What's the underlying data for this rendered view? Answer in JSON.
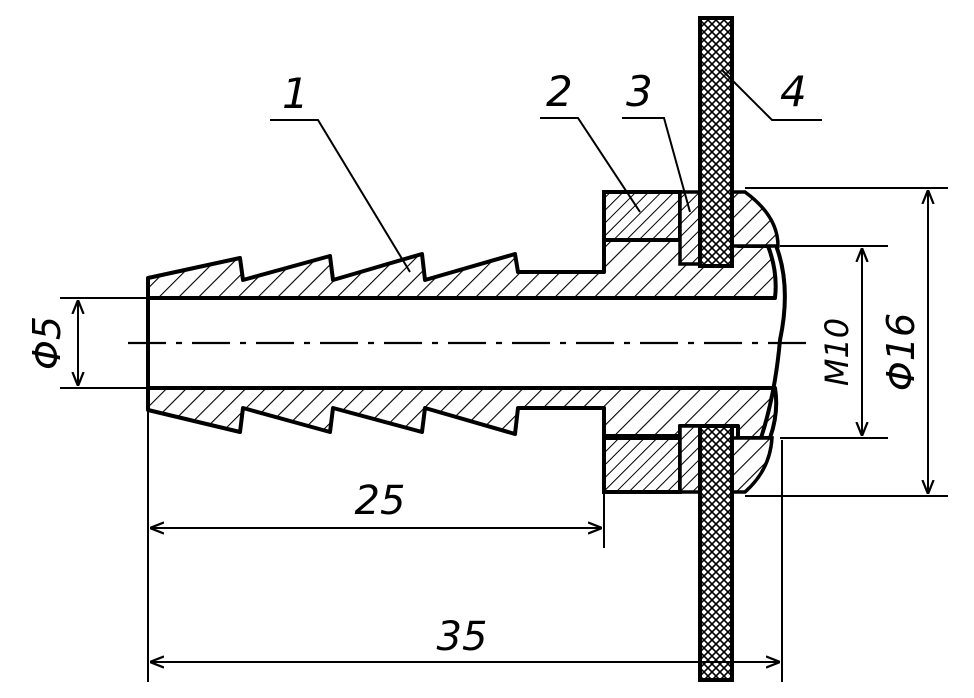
{
  "callouts": {
    "part_1": "1",
    "part_2": "2",
    "part_3": "3",
    "part_4": "4"
  },
  "dimensions": {
    "bore_diameter": "Φ5",
    "thread": "M10",
    "flange_diameter": "Φ16",
    "barb_length": "25",
    "overall_length": "35"
  },
  "colors": {
    "ink": "#000000",
    "paper": "#ffffff"
  }
}
